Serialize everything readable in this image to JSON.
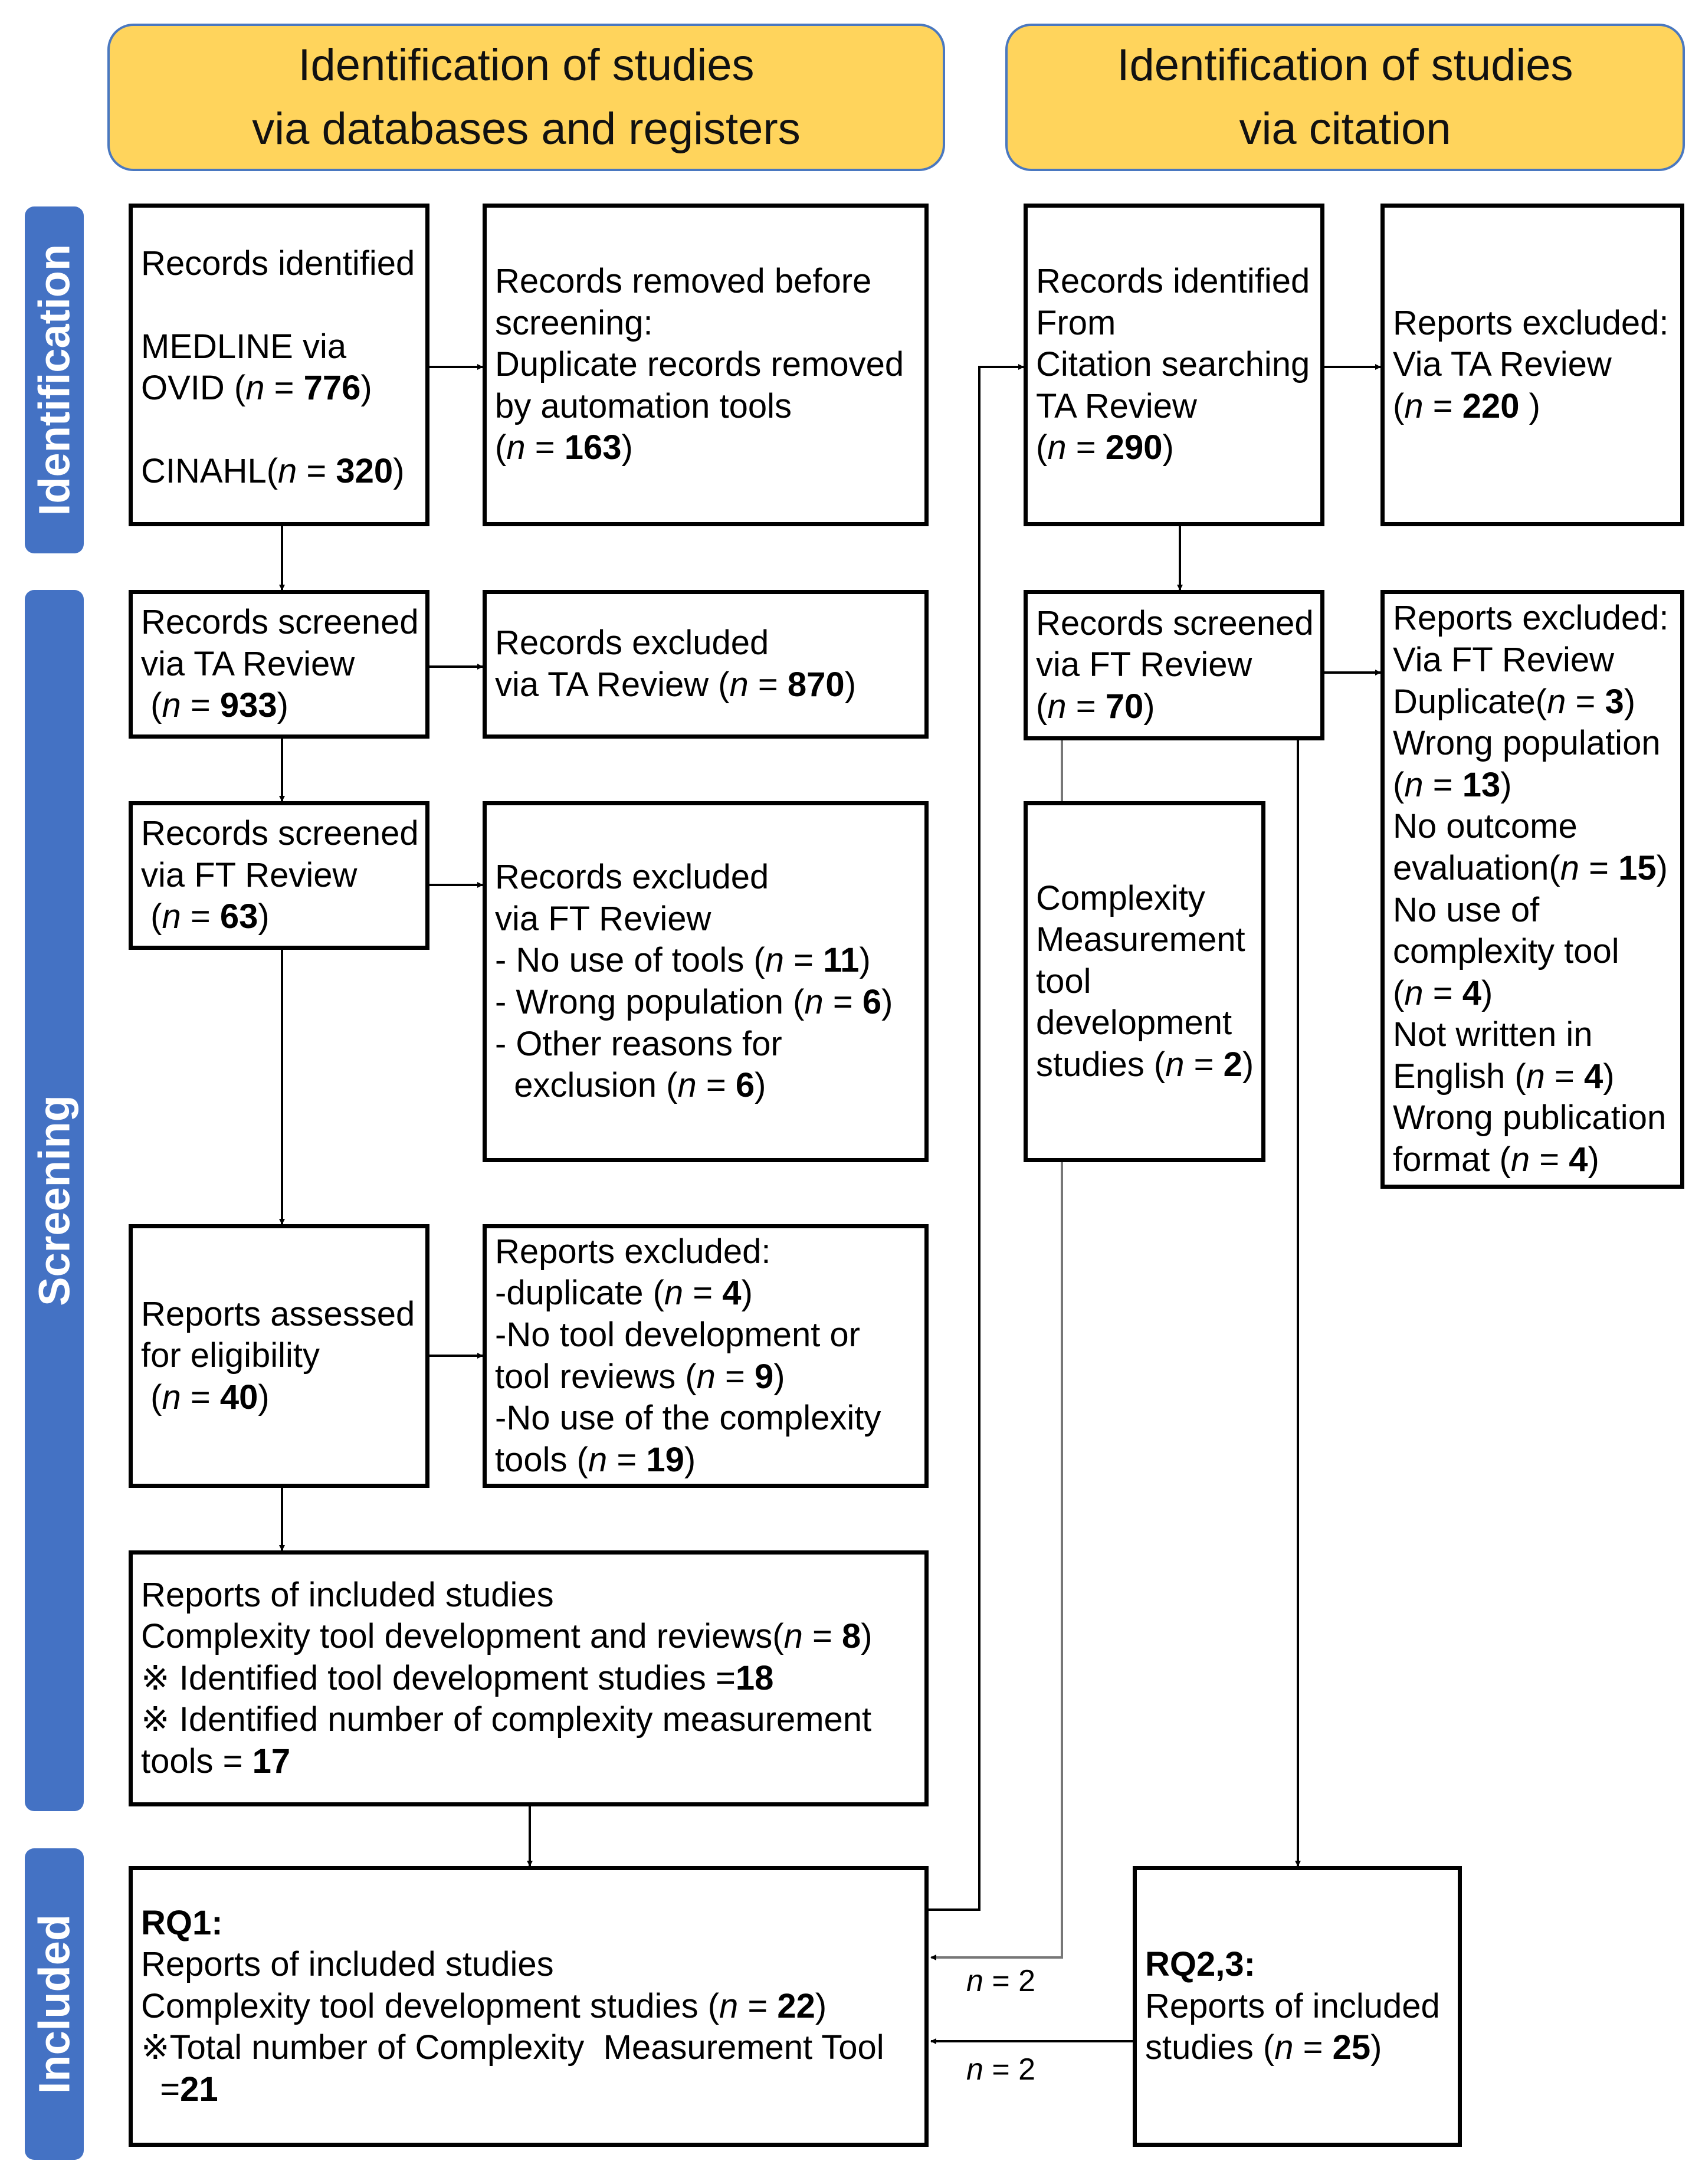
{
  "headers": {
    "left": [
      "Identification of studies",
      "via databases and registers"
    ],
    "right": [
      "Identification of studies",
      "via citation"
    ]
  },
  "phases": [
    "Identification",
    "Screening",
    "Included"
  ],
  "colors": {
    "header_fill": "#ffd45c",
    "header_border": "#4a78c0",
    "phase_fill": "#4472c4"
  },
  "boxes": {
    "records_identified": [
      [
        {
          "t": "Records identified"
        }
      ],
      [],
      [
        {
          "t": "MEDLINE via"
        }
      ],
      [
        {
          "t": "OVID ("
        },
        {
          "t": "n",
          "s": "i"
        },
        {
          "t": " = "
        },
        {
          "t": "776",
          "s": "b"
        },
        {
          "t": ")"
        }
      ],
      [],
      [
        {
          "t": "CINAHL("
        },
        {
          "t": "n",
          "s": "i"
        },
        {
          "t": " = "
        },
        {
          "t": "320",
          "s": "b"
        },
        {
          "t": ")"
        }
      ]
    ],
    "records_removed": [
      [
        {
          "t": "Records removed before"
        }
      ],
      [
        {
          "t": "screening:"
        }
      ],
      [
        {
          "t": "Duplicate records removed"
        }
      ],
      [
        {
          "t": "by automation tools"
        }
      ],
      [
        {
          "t": "("
        },
        {
          "t": "n",
          "s": "i"
        },
        {
          "t": " = "
        },
        {
          "t": "163",
          "s": "b"
        },
        {
          "t": ")"
        }
      ]
    ],
    "screened_ta": [
      [
        {
          "t": "Records screened"
        }
      ],
      [
        {
          "t": "via TA Review"
        }
      ],
      [
        {
          "t": " ("
        },
        {
          "t": "n",
          "s": "i"
        },
        {
          "t": " = "
        },
        {
          "t": "933",
          "s": "b"
        },
        {
          "t": ")"
        }
      ]
    ],
    "excluded_ta": [
      [
        {
          "t": "Records excluded"
        }
      ],
      [
        {
          "t": "via TA Review ("
        },
        {
          "t": "n",
          "s": "i"
        },
        {
          "t": " = "
        },
        {
          "t": "870",
          "s": "b"
        },
        {
          "t": ")"
        }
      ]
    ],
    "screened_ft": [
      [
        {
          "t": "Records screened"
        }
      ],
      [
        {
          "t": "via FT Review"
        }
      ],
      [
        {
          "t": " ("
        },
        {
          "t": "n",
          "s": "i"
        },
        {
          "t": " = "
        },
        {
          "t": "63",
          "s": "b"
        },
        {
          "t": ")"
        }
      ]
    ],
    "excluded_ft": [
      [
        {
          "t": "Records excluded"
        }
      ],
      [
        {
          "t": "via FT Review"
        }
      ],
      [
        {
          "t": "- No use of tools ("
        },
        {
          "t": "n",
          "s": "i"
        },
        {
          "t": " = "
        },
        {
          "t": "11",
          "s": "b"
        },
        {
          "t": ")"
        }
      ],
      [
        {
          "t": "- Wrong population ("
        },
        {
          "t": "n",
          "s": "i"
        },
        {
          "t": " = "
        },
        {
          "t": "6",
          "s": "b"
        },
        {
          "t": ")"
        }
      ],
      [
        {
          "t": "- Other reasons for"
        }
      ],
      [
        {
          "t": "  exclusion ("
        },
        {
          "t": "n",
          "s": "i"
        },
        {
          "t": " = "
        },
        {
          "t": "6",
          "s": "b"
        },
        {
          "t": ")"
        }
      ]
    ],
    "assessed": [
      [
        {
          "t": "Reports assessed"
        }
      ],
      [
        {
          "t": "for eligibility"
        }
      ],
      [
        {
          "t": " ("
        },
        {
          "t": "n",
          "s": "i"
        },
        {
          "t": " = "
        },
        {
          "t": "40",
          "s": "b"
        },
        {
          "t": ")"
        }
      ]
    ],
    "reports_excluded": [
      [
        {
          "t": "Reports excluded:"
        }
      ],
      [
        {
          "t": "-duplicate ("
        },
        {
          "t": "n",
          "s": "i"
        },
        {
          "t": " = "
        },
        {
          "t": "4",
          "s": "b"
        },
        {
          "t": ")"
        }
      ],
      [
        {
          "t": "-No tool development or"
        }
      ],
      [
        {
          "t": "tool reviews ("
        },
        {
          "t": "n",
          "s": "i"
        },
        {
          "t": " = "
        },
        {
          "t": "9",
          "s": "b"
        },
        {
          "t": ")"
        }
      ],
      [
        {
          "t": "-No use of the complexity"
        }
      ],
      [
        {
          "t": "tools ("
        },
        {
          "t": "n",
          "s": "i"
        },
        {
          "t": " = "
        },
        {
          "t": "19",
          "s": "b"
        },
        {
          "t": ")"
        }
      ]
    ],
    "included_reports": [
      [
        {
          "t": "Reports of included studies"
        }
      ],
      [
        {
          "t": "Complexity tool development and reviews("
        },
        {
          "t": "n",
          "s": "i"
        },
        {
          "t": " = "
        },
        {
          "t": "8",
          "s": "b"
        },
        {
          "t": ")"
        }
      ],
      [
        {
          "t": "※ Identified tool development studies ="
        },
        {
          "t": "18",
          "s": "b"
        }
      ],
      [
        {
          "t": "※ Identified number of complexity measurement"
        }
      ],
      [
        {
          "t": "tools = "
        },
        {
          "t": "17",
          "s": "b"
        }
      ]
    ],
    "rq1": [
      [
        {
          "t": "RQ1:",
          "s": "b"
        }
      ],
      [
        {
          "t": "Reports of included studies"
        }
      ],
      [
        {
          "t": "Complexity tool development studies ("
        },
        {
          "t": "n",
          "s": "i"
        },
        {
          "t": " = "
        },
        {
          "t": "22",
          "s": "b"
        },
        {
          "t": ")"
        }
      ],
      [
        {
          "t": "※Total number of Complexity  Measurement Tool"
        }
      ],
      [
        {
          "t": "  ="
        },
        {
          "t": "21",
          "s": "b"
        }
      ]
    ],
    "citation_identified": [
      [
        {
          "t": "Records identified"
        }
      ],
      [
        {
          "t": "From"
        }
      ],
      [
        {
          "t": "Citation searching"
        }
      ],
      [
        {
          "t": "TA Review"
        }
      ],
      [
        {
          "t": "("
        },
        {
          "t": "n",
          "s": "i"
        },
        {
          "t": " = "
        },
        {
          "t": "290",
          "s": "b"
        },
        {
          "t": ")"
        }
      ]
    ],
    "citation_excluded_ta": [
      [
        {
          "t": "Reports excluded:"
        }
      ],
      [
        {
          "t": "Via TA Review"
        }
      ],
      [
        {
          "t": "("
        },
        {
          "t": "n",
          "s": "i"
        },
        {
          "t": " = "
        },
        {
          "t": "220",
          "s": "b"
        },
        {
          "t": " )"
        }
      ]
    ],
    "citation_screened_ft": [
      [
        {
          "t": "Records screened"
        }
      ],
      [
        {
          "t": "via FT Review"
        }
      ],
      [
        {
          "t": "("
        },
        {
          "t": "n",
          "s": "i"
        },
        {
          "t": " = "
        },
        {
          "t": "70",
          "s": "b"
        },
        {
          "t": ")"
        }
      ]
    ],
    "citation_excluded_ft": [
      [
        {
          "t": "Reports excluded:"
        }
      ],
      [
        {
          "t": "Via FT Review"
        }
      ],
      [
        {
          "t": "Duplicate("
        },
        {
          "t": "n",
          "s": "i"
        },
        {
          "t": " = "
        },
        {
          "t": "3",
          "s": "b"
        },
        {
          "t": ")"
        }
      ],
      [
        {
          "t": "Wrong population"
        }
      ],
      [
        {
          "t": "("
        },
        {
          "t": "n",
          "s": "i"
        },
        {
          "t": " = "
        },
        {
          "t": "13",
          "s": "b"
        },
        {
          "t": ")"
        }
      ],
      [
        {
          "t": "No outcome"
        }
      ],
      [
        {
          "t": "evaluation("
        },
        {
          "t": "n",
          "s": "i"
        },
        {
          "t": " = "
        },
        {
          "t": "15",
          "s": "b"
        },
        {
          "t": ")"
        }
      ],
      [
        {
          "t": "No use of"
        }
      ],
      [
        {
          "t": "complexity tool"
        }
      ],
      [
        {
          "t": "("
        },
        {
          "t": "n",
          "s": "i"
        },
        {
          "t": " = "
        },
        {
          "t": "4",
          "s": "b"
        },
        {
          "t": ")"
        }
      ],
      [
        {
          "t": "Not written in"
        }
      ],
      [
        {
          "t": "English ("
        },
        {
          "t": "n",
          "s": "i"
        },
        {
          "t": " = "
        },
        {
          "t": "4",
          "s": "b"
        },
        {
          "t": ")"
        }
      ],
      [
        {
          "t": "Wrong publication"
        }
      ],
      [
        {
          "t": "format ("
        },
        {
          "t": "n",
          "s": "i"
        },
        {
          "t": " = "
        },
        {
          "t": "4",
          "s": "b"
        },
        {
          "t": ")"
        }
      ]
    ],
    "complexity_dev": [
      [
        {
          "t": "Complexity"
        }
      ],
      [
        {
          "t": "Measurement"
        }
      ],
      [
        {
          "t": "tool"
        }
      ],
      [
        {
          "t": "development"
        }
      ],
      [
        {
          "t": "studies ("
        },
        {
          "t": "n",
          "s": "i"
        },
        {
          "t": " = "
        },
        {
          "t": "2",
          "s": "b"
        },
        {
          "t": ")"
        }
      ]
    ],
    "rq23": [
      [
        {
          "t": "RQ2,3:",
          "s": "b"
        }
      ],
      [
        {
          "t": "Reports of included"
        }
      ],
      [
        {
          "t": "studies ("
        },
        {
          "t": "n",
          "s": "i"
        },
        {
          "t": " = "
        },
        {
          "t": "25",
          "s": "b"
        },
        {
          "t": ")"
        }
      ]
    ]
  },
  "edge_labels": {
    "n_upper": [
      {
        "t": "n",
        "s": "i"
      },
      {
        "t": " = 2"
      }
    ],
    "n_lower": [
      {
        "t": "n",
        "s": "i"
      },
      {
        "t": " = 2"
      }
    ]
  }
}
